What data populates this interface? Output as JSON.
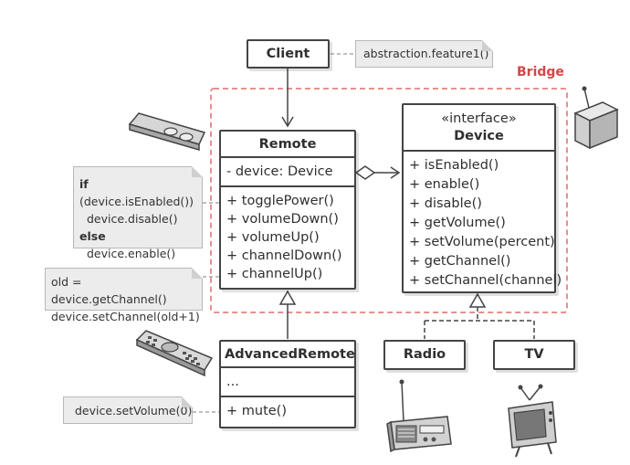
{
  "colors": {
    "bridge": "#e06b6b",
    "bridge_label": "#d54545",
    "border": "#444444",
    "note_bg": "#ececec"
  },
  "client": {
    "label": "Client"
  },
  "client_note": {
    "text": "abstraction.feature1()"
  },
  "bridge": {
    "label": "Bridge"
  },
  "remote": {
    "name": "Remote",
    "field": "- device: Device",
    "methods": [
      "+ togglePower()",
      "+ volumeDown()",
      "+ volumeUp()",
      "+ channelDown()",
      "+ channelUp()"
    ]
  },
  "device": {
    "stereotype": "«interface»",
    "name": "Device",
    "methods": [
      "+ isEnabled()",
      "+ enable()",
      "+ disable()",
      "+ getVolume()",
      "+ setVolume(percent)",
      "+ getChannel()",
      "+ setChannel(channel)"
    ]
  },
  "advanced_remote": {
    "name": "AdvancedRemote",
    "field": "...",
    "method": "+ mute()"
  },
  "radio": {
    "name": "Radio"
  },
  "tv": {
    "name": "TV"
  },
  "notes": {
    "toggle": {
      "l1_kw": "if",
      "l1": " (device.isEnabled())",
      "l2": "device.disable()",
      "l3_kw": "else",
      "l4": "device.enable()"
    },
    "channel": {
      "l1": "old = device.getChannel()",
      "l2": "device.setChannel(old+1)"
    },
    "mute": {
      "l1": "device.setVolume(0)"
    }
  },
  "icons": [
    "remote-control-icon",
    "advanced-remote-icon",
    "device-box-icon",
    "radio-icon",
    "tv-icon"
  ]
}
